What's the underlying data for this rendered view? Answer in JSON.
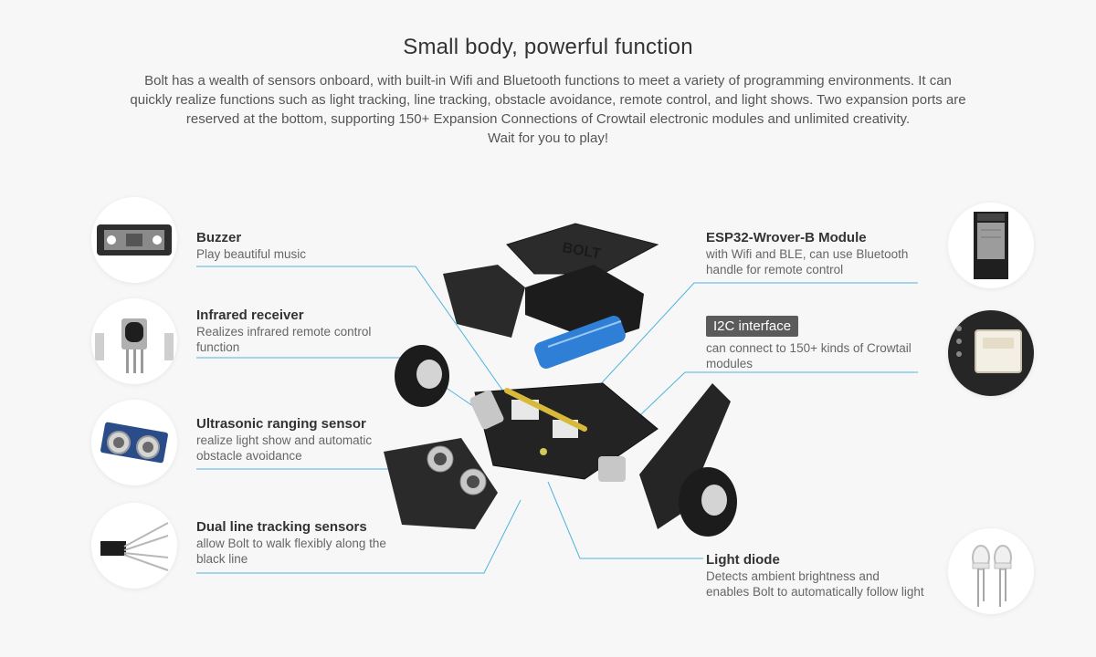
{
  "header": {
    "title": "Small body, powerful function",
    "description_lines": [
      "Bolt has a wealth of sensors onboard, with built-in Wifi and Bluetooth functions to meet a variety of programming environments. It can",
      "quickly realize functions such as light tracking, line tracking, obstacle avoidance, remote control, and light shows. Two expansion ports are",
      "reserved at the bottom, supporting 150+ Expansion Connections of Crowtail electronic modules and unlimited creativity.",
      "Wait for you to play!"
    ]
  },
  "features_left": [
    {
      "name": "Buzzer",
      "desc_lines": [
        "Play beautiful music"
      ],
      "icon": "buzzer-icon"
    },
    {
      "name": "Infrared receiver",
      "desc_lines": [
        "Realizes infrared remote control",
        "function"
      ],
      "icon": "infrared-receiver-icon"
    },
    {
      "name": "Ultrasonic ranging sensor",
      "desc_lines": [
        "realize light show and automatic",
        "obstacle avoidance"
      ],
      "icon": "ultrasonic-sensor-icon"
    },
    {
      "name": "Dual line tracking sensors",
      "desc_lines": [
        "allow Bolt to walk flexibly along the",
        "black line"
      ],
      "icon": "line-tracking-sensor-icon"
    }
  ],
  "features_right": [
    {
      "name": "ESP32-Wrover-B Module",
      "desc_lines": [
        "with Wifi and BLE, can use Bluetooth",
        "handle for remote control"
      ],
      "icon": "esp32-module-icon"
    },
    {
      "name": "I2C interface",
      "desc_lines": [
        "can connect to 150+ kinds of Crowtail",
        "modules"
      ],
      "icon": "i2c-connector-icon"
    },
    {
      "name": "Light diode",
      "desc_lines": [
        "Detects ambient brightness and",
        "enables Bolt to automatically follow light"
      ],
      "icon": "light-diode-icon"
    }
  ],
  "robot": {
    "lid_label": "BOLT"
  },
  "colors": {
    "leader_line": "#4fb3e0",
    "badge_bg": "#5b5b5b",
    "background": "#f7f7f7"
  }
}
